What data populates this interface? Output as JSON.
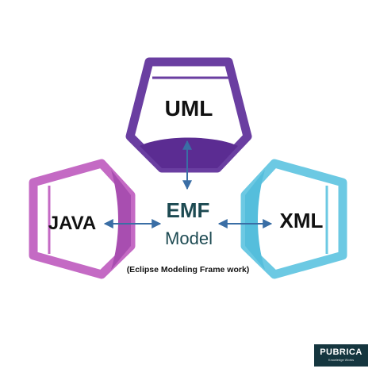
{
  "nodes": {
    "uml": {
      "label": "UML",
      "color": "#6a3ea1",
      "accent": "#5b2c92"
    },
    "java": {
      "label": "JAVA",
      "color": "#c46ac4",
      "accent": "#a84eb0"
    },
    "xml": {
      "label": "XML",
      "color": "#6cc9e3",
      "accent": "#55bedc"
    }
  },
  "center": {
    "title": "EMF",
    "subtitle": "Model",
    "caption": "(Eclipse Modeling Frame work)",
    "color": "#1d4a52"
  },
  "arrow_color": "#3a6ea5",
  "logo": {
    "text": "PUBRICA",
    "tagline": "Knowledge Works",
    "background": "#15363f"
  }
}
